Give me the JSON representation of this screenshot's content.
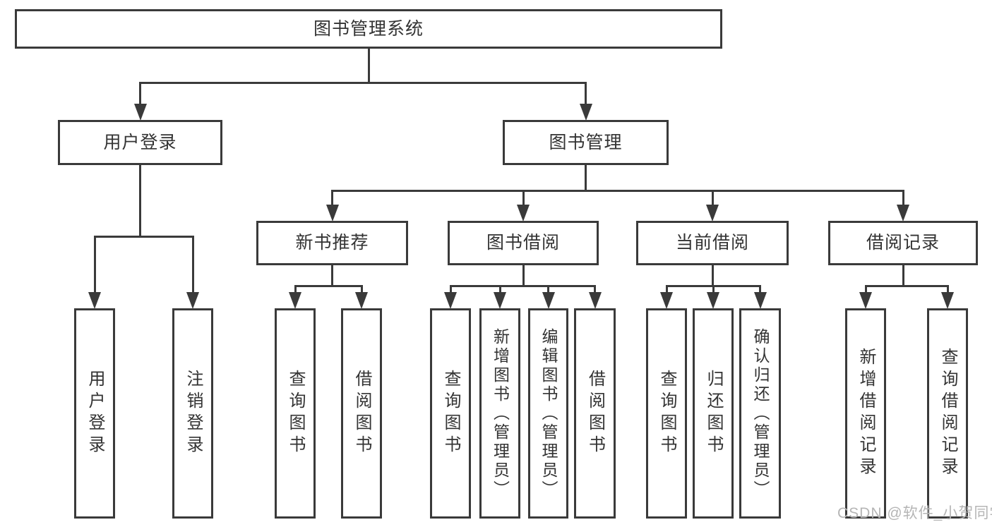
{
  "diagram": {
    "title": "图书管理系统",
    "type": "hierarchy-tree",
    "nodes": {
      "root": {
        "label": "图书管理系统"
      },
      "login": {
        "label": "用户登录"
      },
      "mgmt": {
        "label": "图书管理"
      },
      "rec": {
        "label": "新书推荐"
      },
      "borrow": {
        "label": "图书借阅"
      },
      "current": {
        "label": "当前借阅"
      },
      "record": {
        "label": "借阅记录"
      },
      "loginDo": {
        "label": "用户登录"
      },
      "logout": {
        "label": "注销登录"
      },
      "recQuery": {
        "label": "查询图书"
      },
      "recBorrow": {
        "label": "借阅图书"
      },
      "borQuery": {
        "label": "查询图书"
      },
      "borAdd": {
        "label": "新增图书（管理员）"
      },
      "borEdit": {
        "label": "编辑图书（管理员）"
      },
      "borBorrow": {
        "label": "借阅图书"
      },
      "curQuery": {
        "label": "查询图书"
      },
      "curReturn": {
        "label": "归还图书"
      },
      "curConfirm": {
        "label": "确认归还（管理员）"
      },
      "rdAdd": {
        "label": "新增借阅记录"
      },
      "rdQuery": {
        "label": "查询借阅记录"
      }
    },
    "edges": [
      [
        "root",
        "login"
      ],
      [
        "root",
        "mgmt"
      ],
      [
        "login",
        "loginDo"
      ],
      [
        "login",
        "logout"
      ],
      [
        "mgmt",
        "rec"
      ],
      [
        "mgmt",
        "borrow"
      ],
      [
        "mgmt",
        "current"
      ],
      [
        "mgmt",
        "record"
      ],
      [
        "rec",
        "recQuery"
      ],
      [
        "rec",
        "recBorrow"
      ],
      [
        "borrow",
        "borQuery"
      ],
      [
        "borrow",
        "borAdd"
      ],
      [
        "borrow",
        "borEdit"
      ],
      [
        "borrow",
        "borBorrow"
      ],
      [
        "current",
        "curQuery"
      ],
      [
        "current",
        "curReturn"
      ],
      [
        "current",
        "curConfirm"
      ],
      [
        "record",
        "rdAdd"
      ],
      [
        "record",
        "rdQuery"
      ]
    ]
  },
  "watermark": {
    "text": "CSDN @软件_小贺同学"
  },
  "colors": {
    "line": "#3a3a3a",
    "text": "#333333",
    "watermark": "#b5b5b5",
    "background": "#ffffff"
  }
}
